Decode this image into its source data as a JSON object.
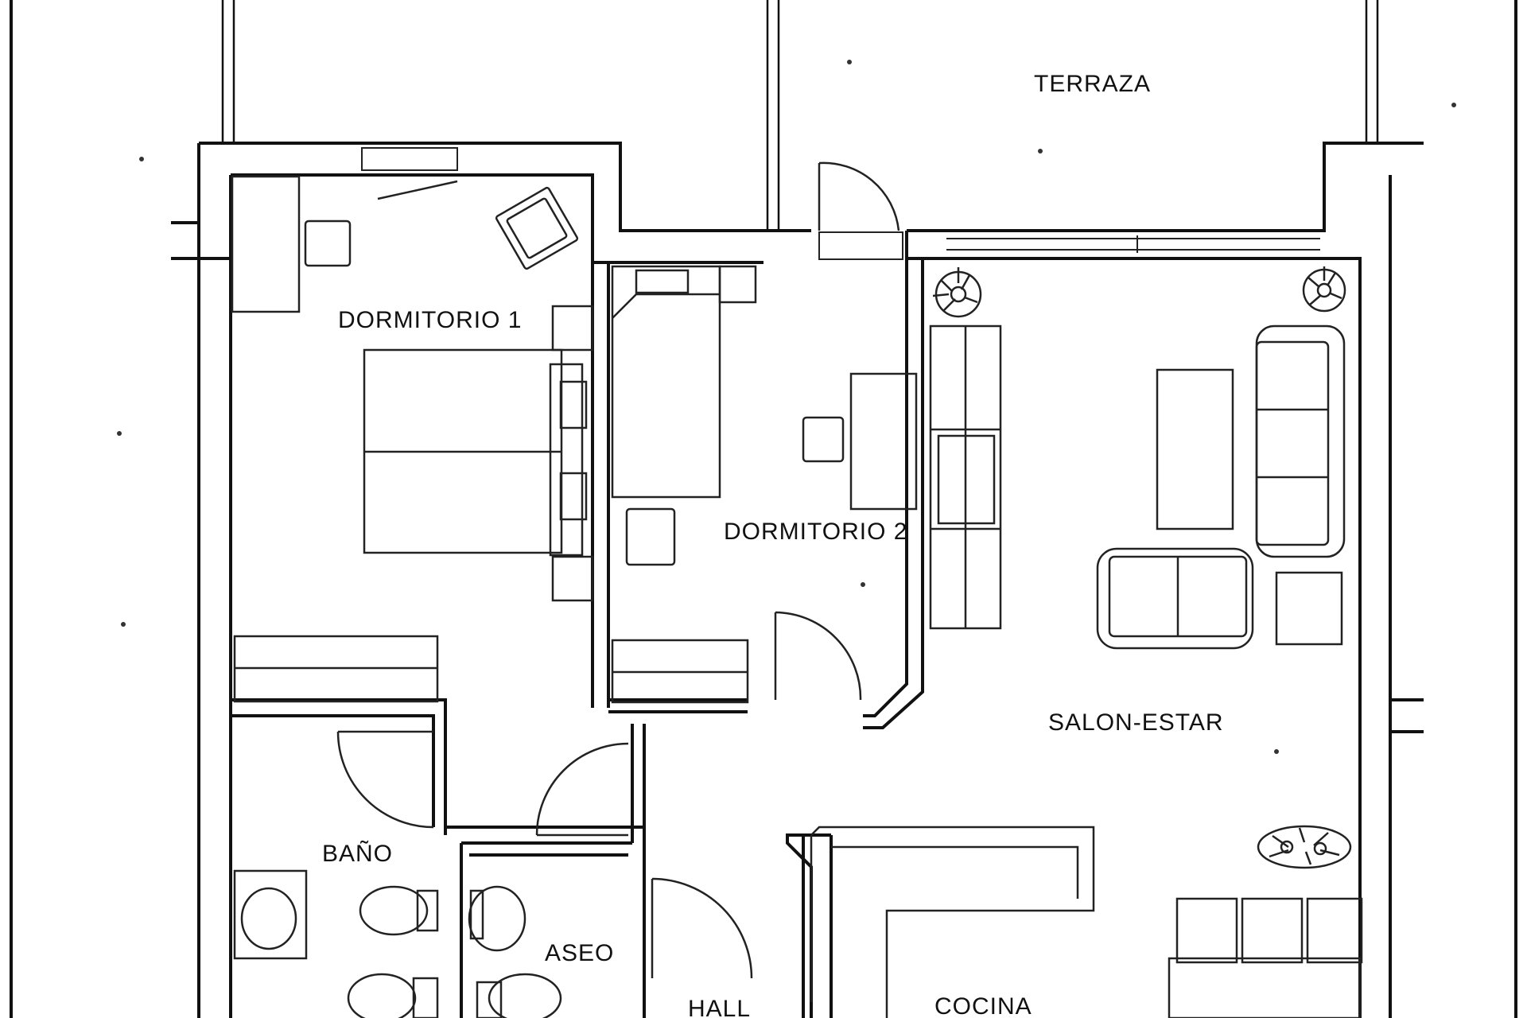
{
  "rooms": {
    "terraza": "TERRAZA",
    "dormitorio1": "DORMITORIO 1",
    "dormitorio2": "DORMITORIO 2",
    "salon": "SALON-ESTAR",
    "bano": "BAÑO",
    "aseo": "ASEO",
    "hall": "HALL",
    "cocina": "COCINA"
  }
}
